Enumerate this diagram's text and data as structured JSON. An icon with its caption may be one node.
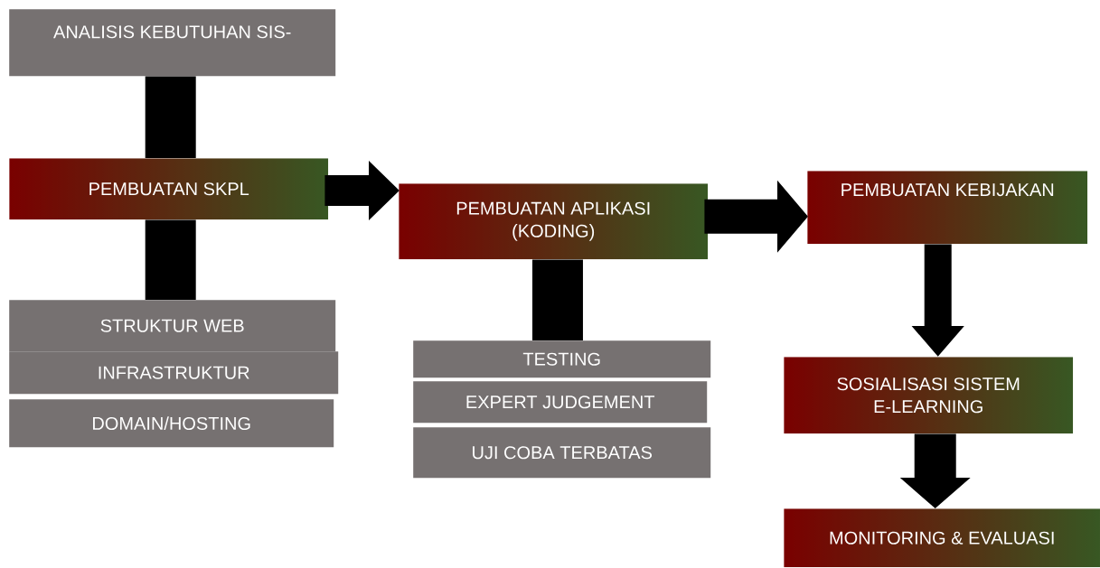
{
  "diagram": {
    "nodes": [
      {
        "text": [
          "ANALISIS KEBUTUHAN SIS-"
        ]
      },
      {
        "text": [
          "PEMBUATAN SKPL"
        ]
      },
      {
        "text": [
          "STRUKTUR WEB"
        ]
      },
      {
        "text": [
          "INFRASTRUKTUR"
        ]
      },
      {
        "text": [
          "DOMAIN/HOSTING"
        ]
      },
      {
        "text": [
          "PEMBUATAN APLIKASI (KODING)"
        ]
      },
      {
        "text": [
          "TESTING"
        ]
      },
      {
        "text": [
          "EXPERT JUDGEMENT"
        ]
      },
      {
        "text": [
          "UJI COBA TERBATAS"
        ]
      },
      {
        "text": [
          "PEMBUATAN KEBIJAKAN"
        ]
      },
      {
        "text": [
          "SOSIALISASI SISTEM E-LEARNING"
        ]
      },
      {
        "text": [
          "MONITORING & EVALUASI"
        ]
      }
    ],
    "edges": [
      {
        "from": 0,
        "to": 1,
        "arrow": "none"
      },
      {
        "from": 1,
        "to": 2,
        "arrow": "none"
      },
      {
        "from": 1,
        "to": 5,
        "arrow": "to"
      },
      {
        "from": 5,
        "to": 6,
        "arrow": "none"
      },
      {
        "from": 5,
        "to": 9,
        "arrow": "to"
      },
      {
        "from": 9,
        "to": 10,
        "arrow": "to"
      },
      {
        "from": 10,
        "to": 11,
        "arrow": "to"
      }
    ]
  }
}
